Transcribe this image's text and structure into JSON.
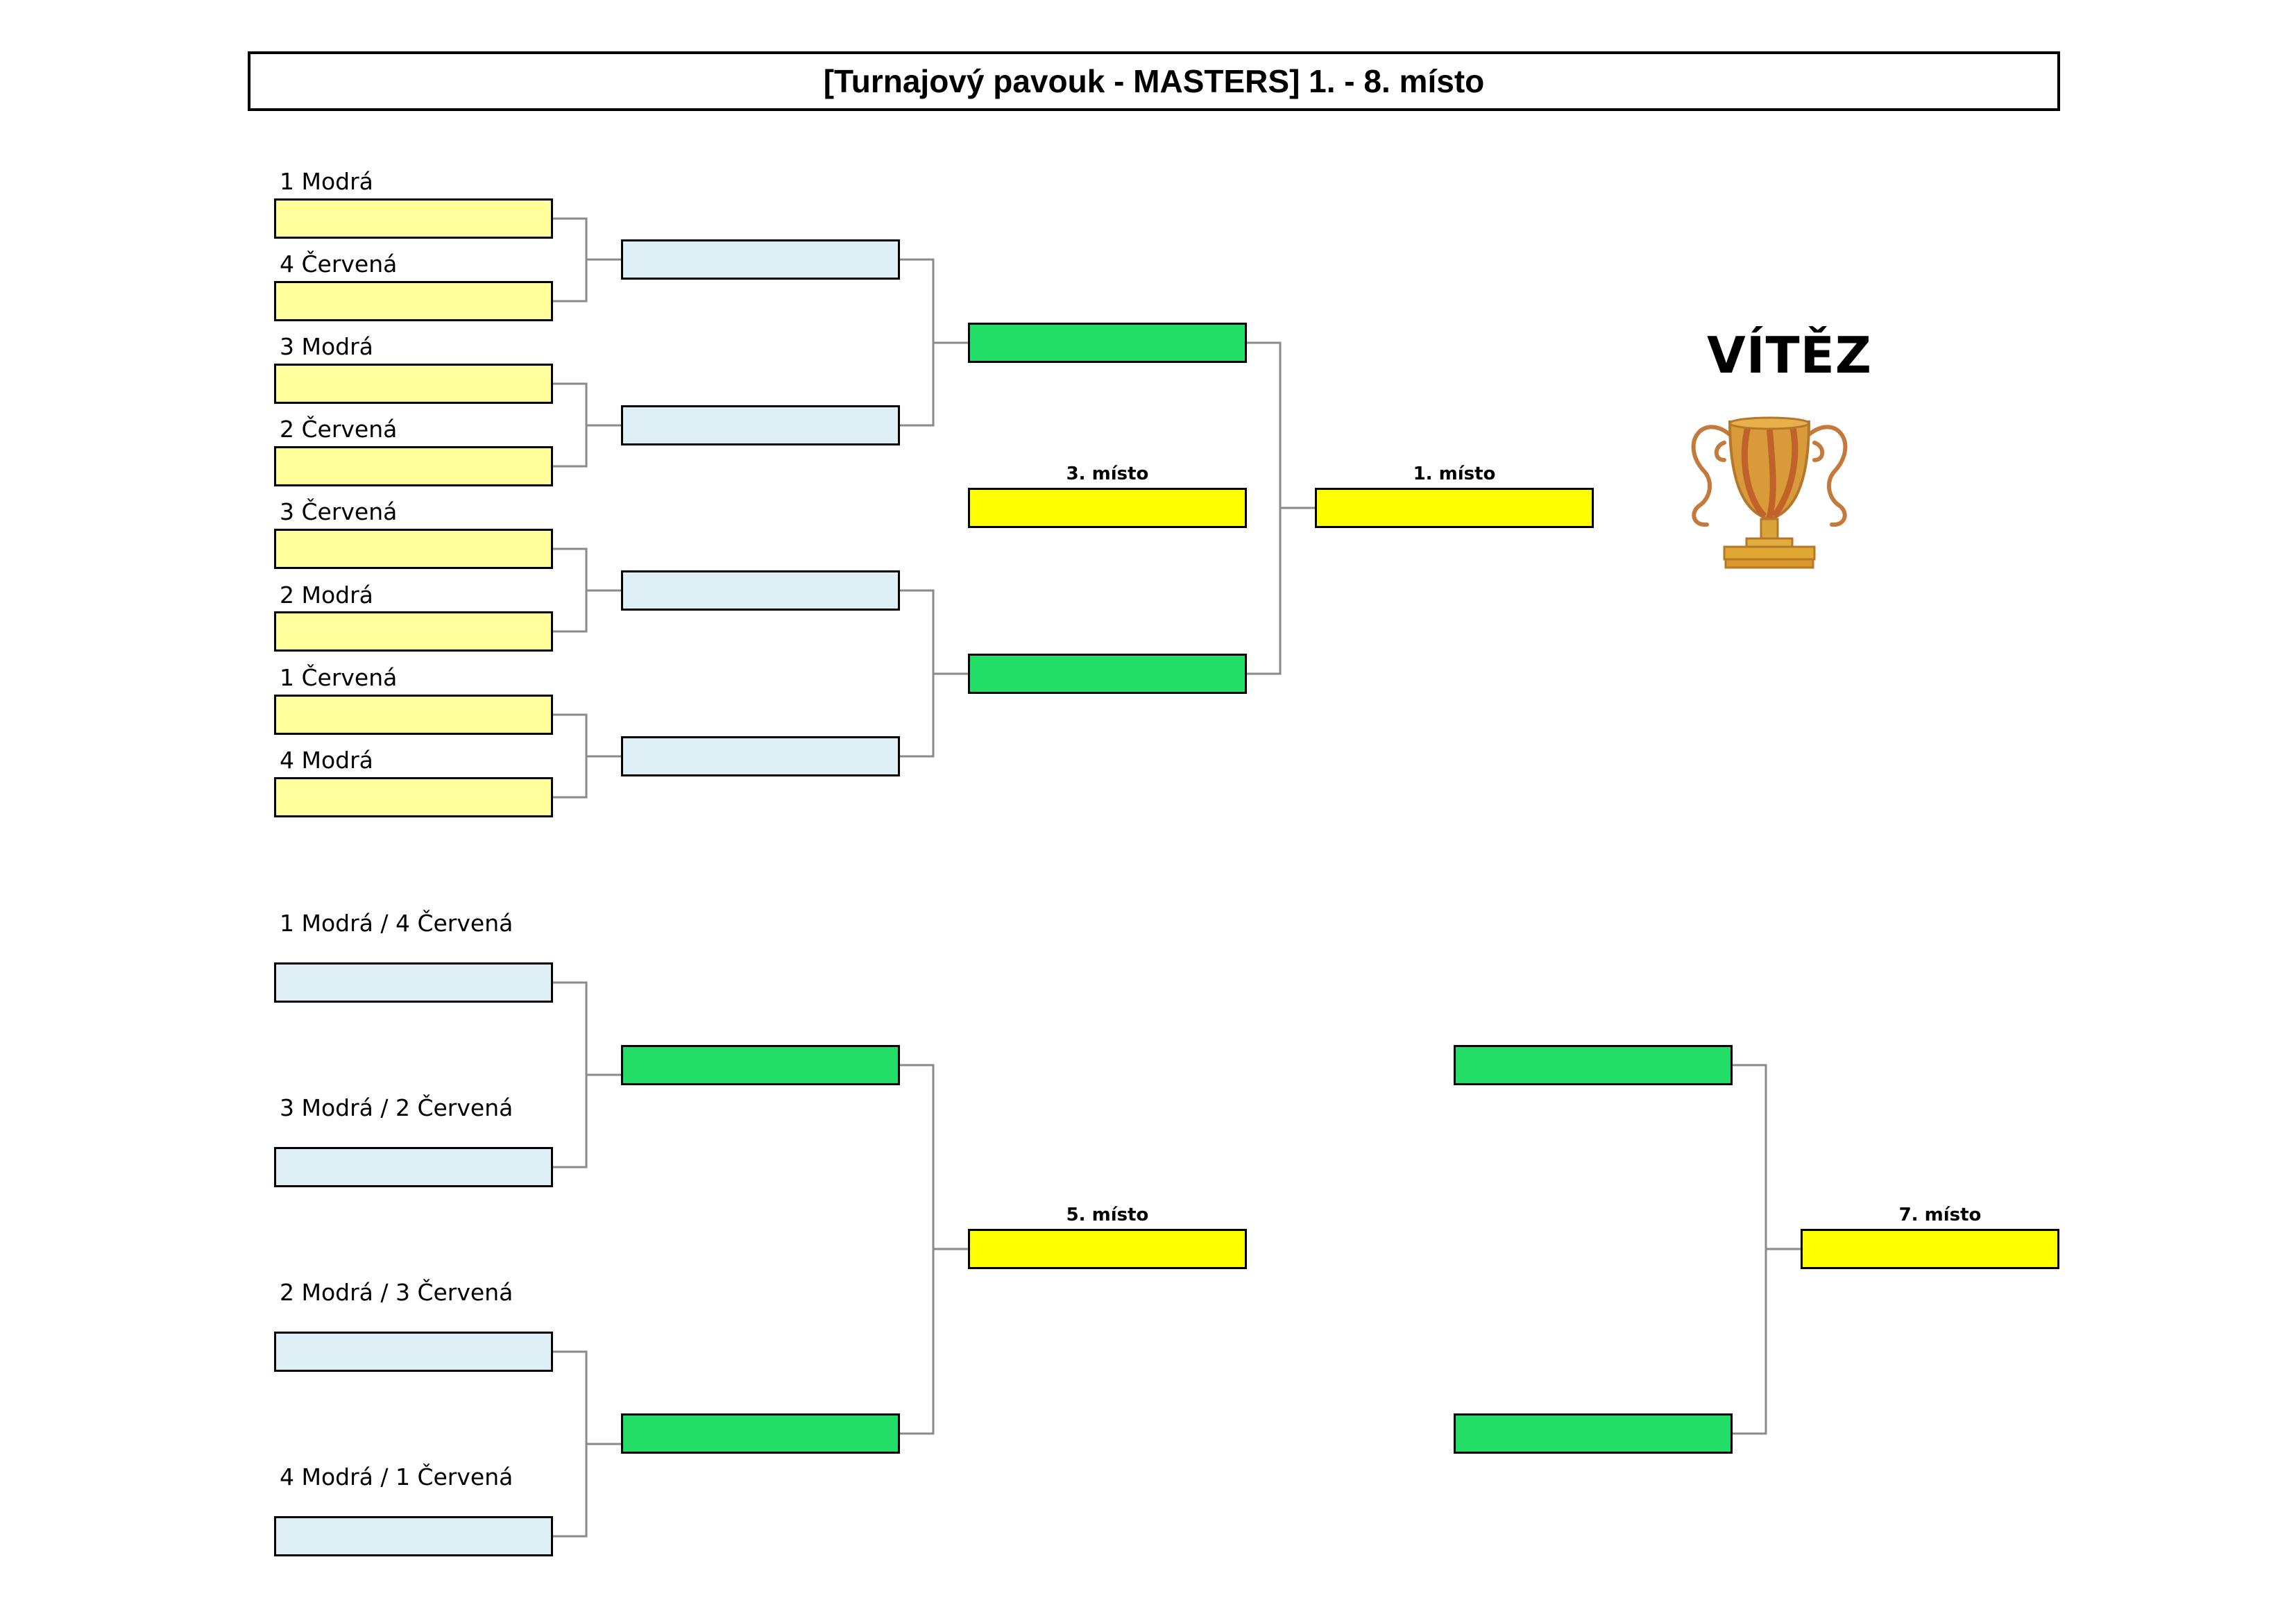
{
  "title": "[Turnajový pavouk - MASTERS] 1. - 8. místo",
  "winner_label": "VÍTĚZ",
  "icons": {
    "trophy": "trophy-icon"
  },
  "colors": {
    "seed_slot": "#ffff9c",
    "quarterfinal_slot": "#ddeef5",
    "semifinal_slot": "#22dd66",
    "placement_slot": "#ffff00"
  },
  "main_bracket": {
    "seeds": [
      "1 Modrá",
      "4 Červená",
      "3 Modrá",
      "2 Červená",
      "3 Červená",
      "2 Modrá",
      "1 Červená",
      "4 Modrá"
    ],
    "third_place": "3. místo",
    "first_place": "1. místo"
  },
  "consolation_bracket": {
    "pairs": [
      "1 Modrá / 4 Červená",
      "3 Modrá / 2 Červená",
      "2 Modrá / 3 Červená",
      "4 Modrá / 1 Červená"
    ],
    "fifth_place": "5. místo",
    "seventh_place": "7. místo"
  }
}
